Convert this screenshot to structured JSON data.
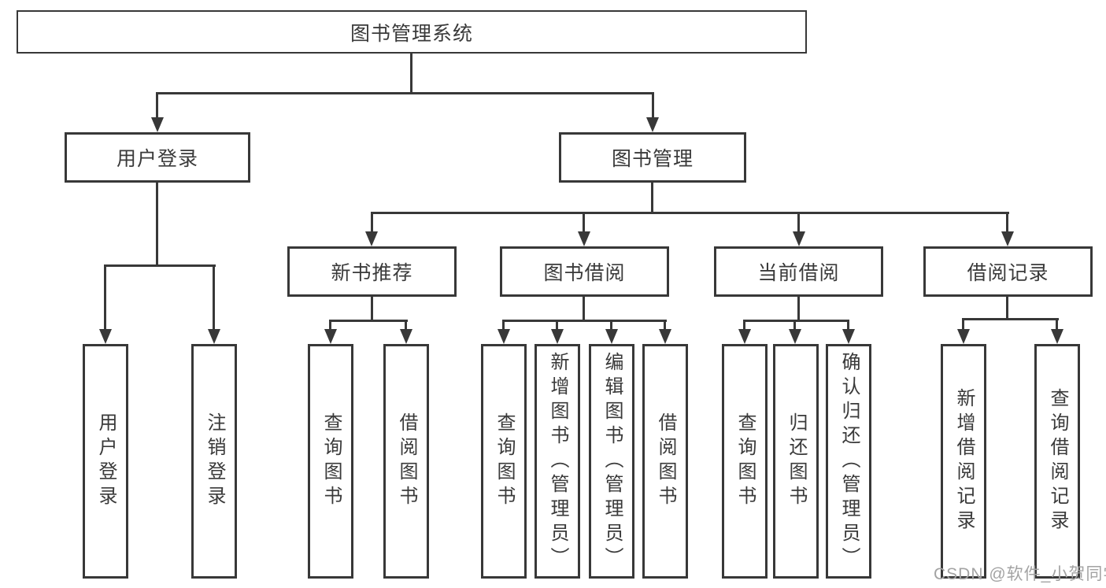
{
  "diagram": {
    "title_note": "functional structure chart",
    "root": {
      "label": "图书管理系统"
    },
    "branches": [
      {
        "label": "用户登录",
        "children": [
          {
            "label": "用户登录"
          },
          {
            "label": "注销登录"
          }
        ]
      },
      {
        "label": "图书管理",
        "sections": [
          {
            "label": "新书推荐",
            "children": [
              {
                "label": "查询图书"
              },
              {
                "label": "借阅图书"
              }
            ]
          },
          {
            "label": "图书借阅",
            "children": [
              {
                "label": "查询图书"
              },
              {
                "label": "新增图书（管理员）"
              },
              {
                "label": "编辑图书（管理员）"
              },
              {
                "label": "借阅图书"
              }
            ]
          },
          {
            "label": "当前借阅",
            "children": [
              {
                "label": "查询图书"
              },
              {
                "label": "归还图书"
              },
              {
                "label": "确认归还（管理员）"
              }
            ]
          },
          {
            "label": "借阅记录",
            "children": [
              {
                "label": "新增借阅记录"
              },
              {
                "label": "查询借阅记录"
              }
            ]
          }
        ]
      }
    ]
  },
  "watermark": {
    "text": "CSDN @软件_小贺同学"
  },
  "colors": {
    "line": "#383838",
    "text": "#3a3a3a",
    "background": "#ffffff",
    "watermark": "#a3a3a3"
  }
}
